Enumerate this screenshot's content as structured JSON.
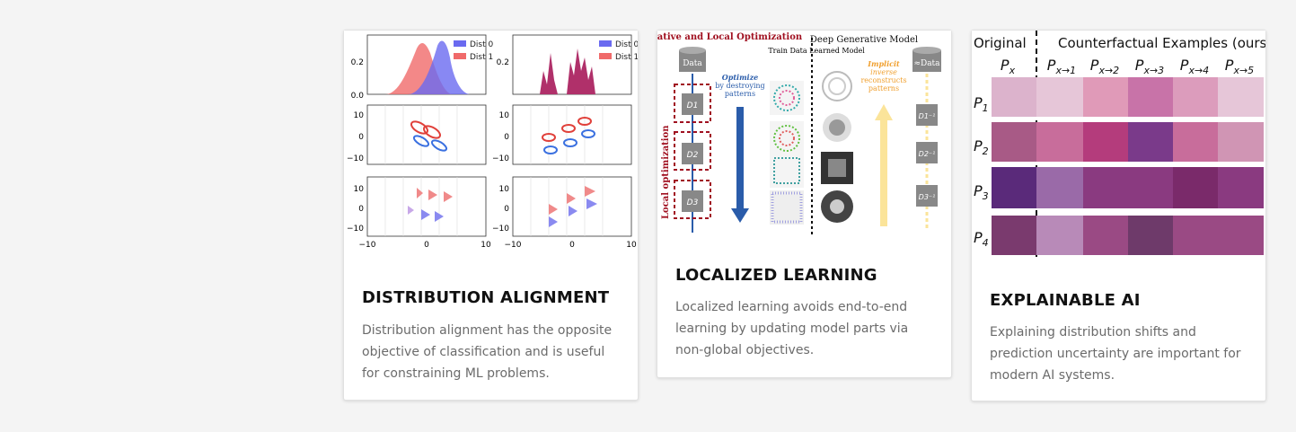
{
  "cards": [
    {
      "title": "DISTRIBUTION ALIGNMENT",
      "description": "Distribution alignment has the opposite objective of classification and is useful for constraining ML problems.",
      "figure": {
        "legend": [
          "Dist 0",
          "Dist 1"
        ],
        "y_ticks_top": [
          "0.2",
          "0.0"
        ],
        "y_ticks_mid": [
          "10",
          "0",
          "−10"
        ],
        "x_ticks": [
          "−10",
          "0",
          "10"
        ],
        "colors": {
          "dist0": "#6a6af0",
          "dist1": "#f06a6a",
          "overlap": "#b0306a"
        }
      }
    },
    {
      "title": "LOCALIZED LEARNING",
      "description": "Localized learning avoids end-to-end learning by updating model parts via non-global objectives.",
      "figure": {
        "left_header": "Iterative and Local Optimization",
        "right_header": "Deep Generative Model",
        "data_label": "Data",
        "approx_data_label": "≈Data",
        "train_data": "Train Data",
        "learned_model": "Learned Model",
        "optimize_note": [
          "Optimize",
          "by",
          "destroying",
          "patterns"
        ],
        "implicit_note": [
          "Implicit",
          "inverse",
          "reconstructs",
          "patterns"
        ],
        "side_label": "Local optimization",
        "blocks": [
          "D1",
          "D2",
          "D3"
        ],
        "inv_blocks": [
          "D1⁻¹",
          "D2⁻¹",
          "D3⁻¹"
        ]
      }
    },
    {
      "title": "EXPLAINABLE AI",
      "description": "Explaining distribution shifts and prediction uncertainty are important for modern AI systems.",
      "figure": {
        "header_left": "Original",
        "header_right": "Counterfactual Examples (ours)",
        "columns": [
          "P",
          "x",
          "x→1",
          "x→2",
          "x→3",
          "x→4",
          "x→5"
        ],
        "rows": [
          "P1",
          "P2",
          "P3",
          "P4"
        ]
      }
    }
  ]
}
